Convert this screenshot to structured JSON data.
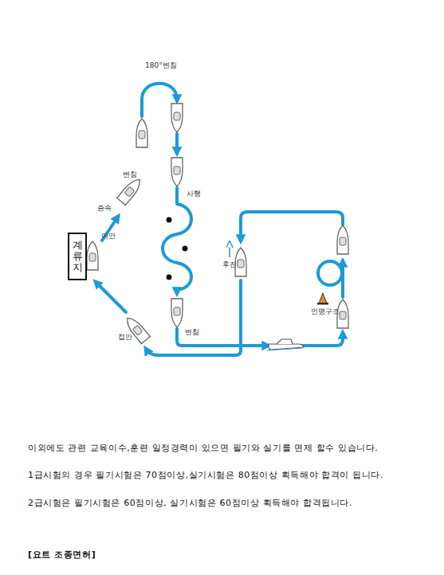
{
  "diagram": {
    "nodes": [
      {
        "text": [
          "계류지"
        ]
      }
    ],
    "labels": [
      "180°변침",
      "변침",
      "증속",
      "이안",
      "사행",
      "후진",
      "인명구조",
      "변침",
      "접안",
      "이외에도 관련 교육이수,훈련 일정경력이 있으면 필기와 실기를 면제 할수 있습니다.",
      "1급시험의 경우 필기시험은 70점이상,실기시험은 80점이상 획득해야 합격이 됩니다.",
      "2급시험은 필기시험은 60점이상, 실기시험은 60점이상 획득해야 합격됩니다.",
      "[요트 조종면허]"
    ]
  }
}
